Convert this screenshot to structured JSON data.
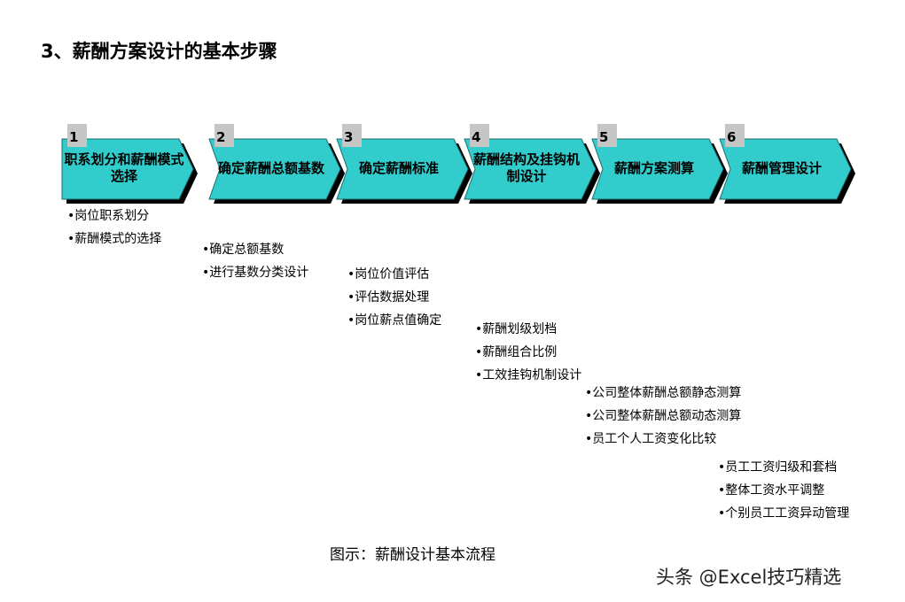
{
  "title": "3、薪酬方案设计的基本步骤",
  "colors": {
    "arrow_fill": "#33cccc",
    "shadow": "#000000",
    "number_badge": "#c6c6c6"
  },
  "stages": [
    {
      "number": "1",
      "label": "职系划分和薪酬模式选择",
      "steps": [
        "岗位职系划分",
        "薪酬模式的选择"
      ]
    },
    {
      "number": "2",
      "label": "确定薪酬总额基数",
      "steps": [
        "确定总额基数",
        "进行基数分类设计"
      ]
    },
    {
      "number": "3",
      "label": "确定薪酬标准",
      "steps": [
        "岗位价值评估",
        "评估数据处理",
        "岗位薪点值确定"
      ]
    },
    {
      "number": "4",
      "label": "薪酬结构及挂钩机制设计",
      "steps": [
        "薪酬划级划档",
        "薪酬组合比例",
        "工效挂钩机制设计"
      ]
    },
    {
      "number": "5",
      "label": "薪酬方案测算",
      "steps": [
        "公司整体薪酬总额静态测算",
        "公司整体薪酬总额动态测算",
        "员工个人工资变化比较"
      ]
    },
    {
      "number": "6",
      "label": "薪酬管理设计",
      "steps": [
        "员工工资归级和套档",
        "整体工资水平调整",
        "个别员工工资异动管理"
      ]
    }
  ],
  "caption": "图示：薪酬设计基本流程",
  "watermark": "头条 @Excel技巧精选"
}
